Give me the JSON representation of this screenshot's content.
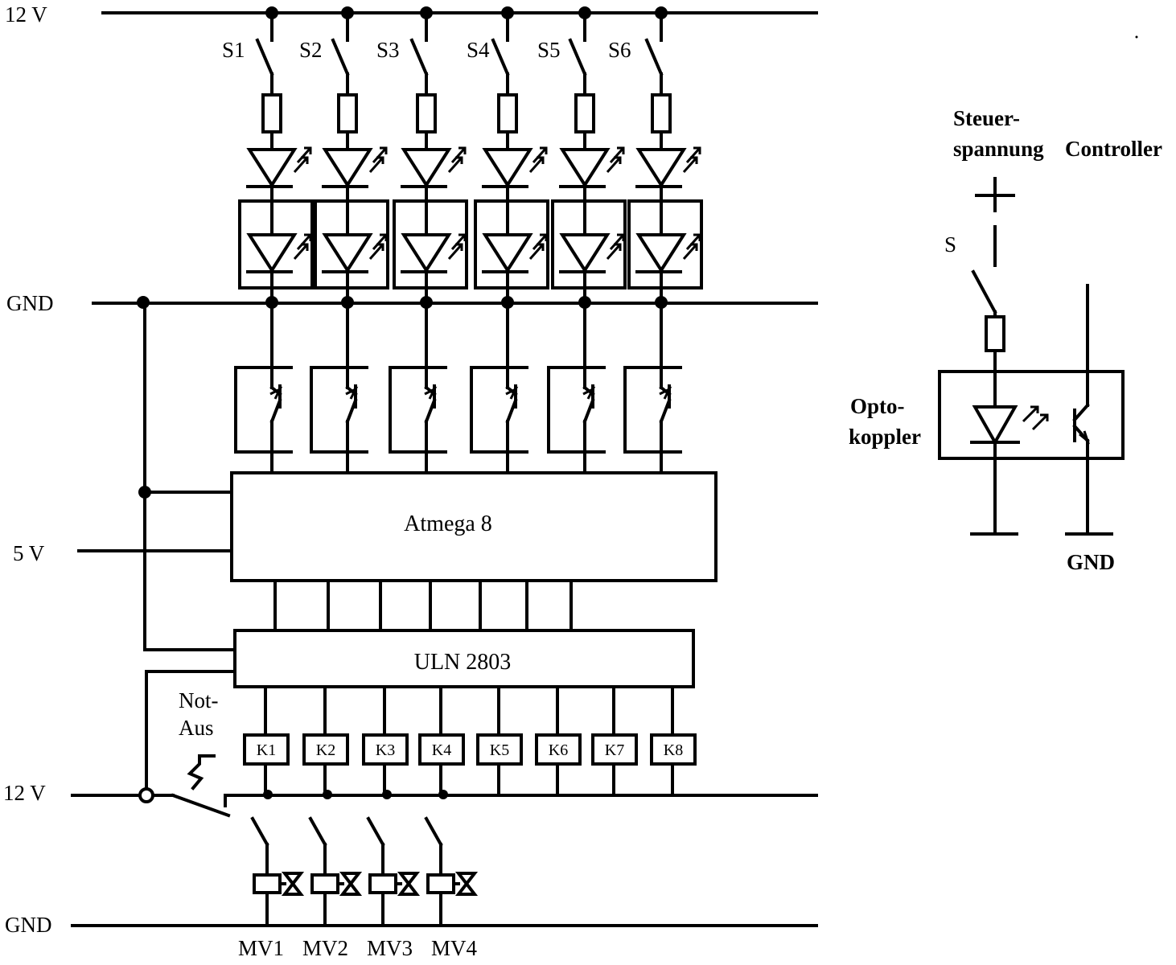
{
  "rails": {
    "top_12v": "12 V",
    "gnd_top": "GND",
    "supply_5v": "5 V",
    "bottom_12v": "12 V",
    "gnd_bottom": "GND"
  },
  "switches": [
    "S1",
    "S2",
    "S3",
    "S4",
    "S5",
    "S6"
  ],
  "chips": {
    "mcu": "Atmega 8",
    "driver": "ULN 2803"
  },
  "relays": [
    "K1",
    "K2",
    "K3",
    "K4",
    "K5",
    "K6",
    "K7",
    "K8"
  ],
  "emergency_stop": {
    "line1": "Not-",
    "line2": "Aus"
  },
  "valves": [
    "MV1",
    "MV2",
    "MV3",
    "MV4"
  ],
  "detail": {
    "title_line1": "Steuer-",
    "title_line2": "spannung",
    "title_right": "Controller",
    "plus": "+",
    "minus": "−",
    "switch": "S",
    "opto_line1": "Opto-",
    "opto_line2": "koppler",
    "gnd": "GND"
  }
}
